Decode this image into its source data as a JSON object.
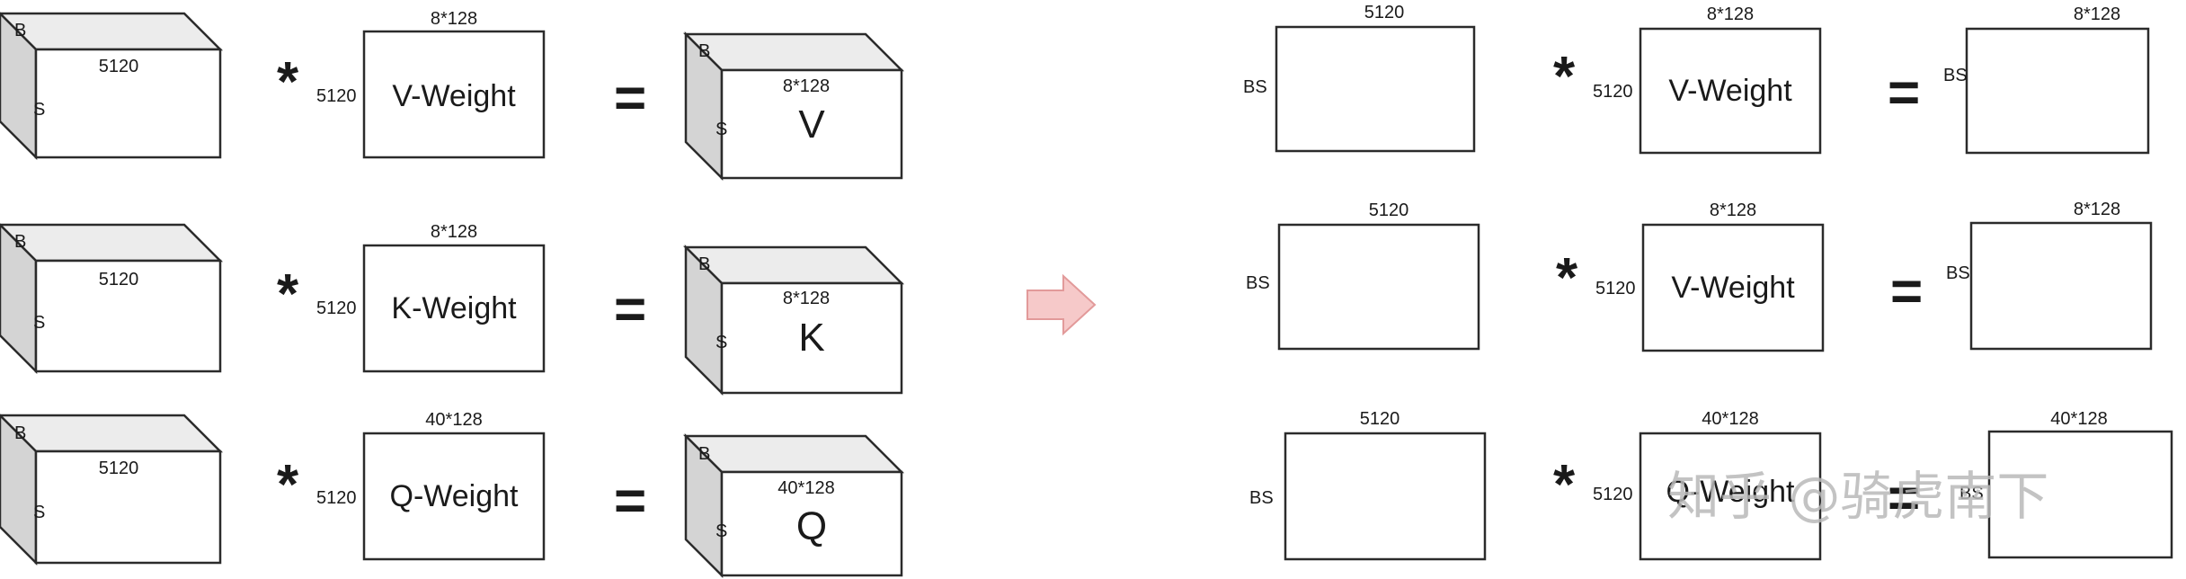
{
  "left": {
    "rows": [
      {
        "input": {
          "depth_label": "B",
          "width_label": "5120",
          "height_label": "S"
        },
        "operator": "*",
        "weight": {
          "row_dim": "5120",
          "col_dim": "8*128",
          "name": "V-Weight"
        },
        "equals": "=",
        "output": {
          "depth_label": "B",
          "width_label": "8*128",
          "height_label": "S",
          "name": "V"
        }
      },
      {
        "input": {
          "depth_label": "B",
          "width_label": "5120",
          "height_label": "S"
        },
        "operator": "*",
        "weight": {
          "row_dim": "5120",
          "col_dim": "8*128",
          "name": "K-Weight"
        },
        "equals": "=",
        "output": {
          "depth_label": "B",
          "width_label": "8*128",
          "height_label": "S",
          "name": "K"
        }
      },
      {
        "input": {
          "depth_label": "B",
          "width_label": "5120",
          "height_label": "S"
        },
        "operator": "*",
        "weight": {
          "row_dim": "5120",
          "col_dim": "40*128",
          "name": "Q-Weight"
        },
        "equals": "=",
        "output": {
          "depth_label": "B",
          "width_label": "40*128",
          "height_label": "S",
          "name": "Q"
        }
      }
    ]
  },
  "arrow": {
    "color": "#f6c9c9",
    "stroke": "#e29a9a"
  },
  "right": {
    "rows": [
      {
        "input": {
          "width_label": "5120",
          "height_label": "BS"
        },
        "operator": "*",
        "weight": {
          "row_dim": "5120",
          "col_dim": "8*128",
          "name": "V-Weight"
        },
        "equals": "=",
        "output": {
          "width_label": "8*128",
          "height_label": "BS"
        }
      },
      {
        "input": {
          "width_label": "5120",
          "height_label": "BS"
        },
        "operator": "*",
        "weight": {
          "row_dim": "5120",
          "col_dim": "8*128",
          "name": "V-Weight"
        },
        "equals": "=",
        "output": {
          "width_label": "8*128",
          "height_label": "BS"
        }
      },
      {
        "input": {
          "width_label": "5120",
          "height_label": "BS"
        },
        "operator": "*",
        "weight": {
          "row_dim": "5120",
          "col_dim": "40*128",
          "name": "Q-Weight"
        },
        "equals": "=",
        "output": {
          "width_label": "40*128",
          "height_label": "BS"
        }
      }
    ]
  },
  "watermark": "知乎 @骑虎南下"
}
